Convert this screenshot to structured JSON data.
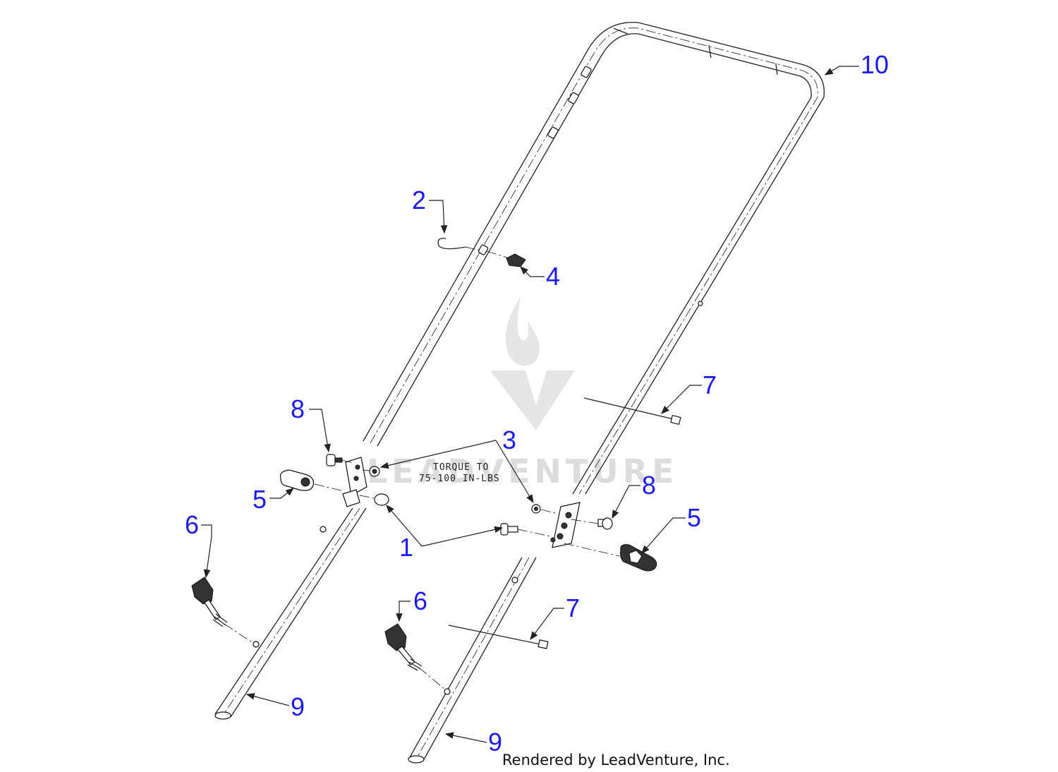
{
  "diagram": {
    "callouts": {
      "c1": "1",
      "c2": "2",
      "c3": "3",
      "c4": "4",
      "c5a": "5",
      "c5b": "5",
      "c6a": "6",
      "c6b": "6",
      "c7a": "7",
      "c7b": "7",
      "c8a": "8",
      "c8b": "8",
      "c9a": "9",
      "c9b": "9",
      "c10": "10"
    },
    "note_line1": "TORQUE TO",
    "note_line2": "75-100 IN-LBS",
    "watermark": "LEADVENTURE",
    "credit": "Rendered by LeadVenture, Inc."
  }
}
